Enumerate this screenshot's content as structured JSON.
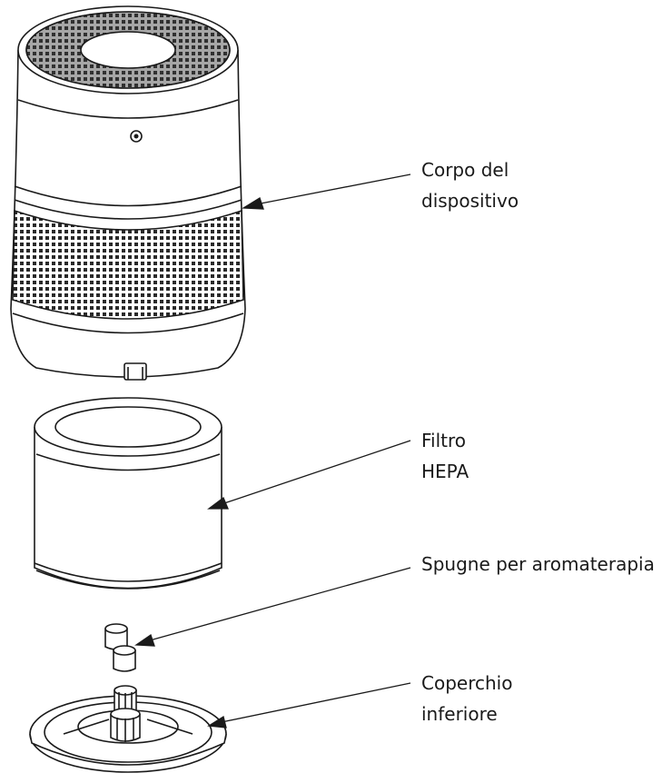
{
  "labels": {
    "device_body": [
      "Corpo del",
      "dispositivo"
    ],
    "hepa_filter": [
      "Filtro",
      "HEPA"
    ],
    "aroma_sponges": [
      "Spugne per aromaterapia"
    ],
    "bottom_cover": [
      "Coperchio",
      "inferiore"
    ]
  },
  "colors": {
    "line": "#1a1a1a",
    "background": "#ffffff"
  }
}
